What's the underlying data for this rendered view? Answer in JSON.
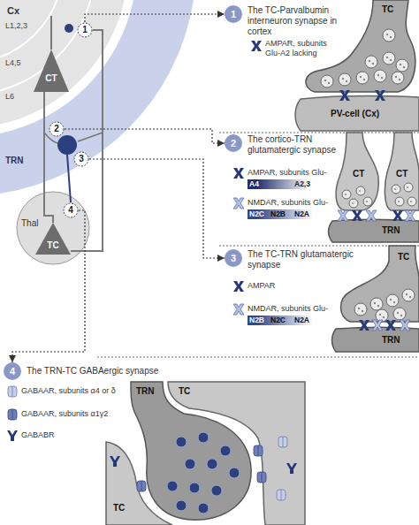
{
  "diagram": {
    "nodes": [
      {
        "text": [
          "Cx"
        ]
      },
      {
        "text": [
          "CT"
        ],
        "in": 0
      },
      {
        "text": [
          "1"
        ],
        "in": 0
      },
      {
        "text": [
          "TRN"
        ]
      },
      {
        "text": [
          "2"
        ],
        "in": 3
      },
      {
        "text": [
          "3"
        ],
        "in": 3
      },
      {
        "text": [
          "Thal"
        ]
      },
      {
        "text": [
          "TC"
        ],
        "in": 6
      },
      {
        "text": [
          "4"
        ],
        "in": 6
      },
      {
        "text": [
          "1",
          "The TC-Parvalbumin interneuron synapse in cortex"
        ]
      },
      {
        "text": [
          "TC"
        ]
      },
      {
        "text": [
          "PV-cell (Cx)"
        ]
      },
      {
        "text": [
          "2",
          "The cortico-TRN glutamatergic synapse"
        ]
      },
      {
        "text": [
          "CT"
        ]
      },
      {
        "text": [
          "CT"
        ]
      },
      {
        "text": [
          "TRN"
        ]
      },
      {
        "text": [
          "3",
          "The TC-TRN glutamatergic synapse"
        ]
      },
      {
        "text": [
          "TC"
        ]
      },
      {
        "text": [
          "TRN"
        ]
      },
      {
        "text": [
          "4",
          "The TRN-TC GABAergic synapse"
        ]
      },
      {
        "text": [
          "TRN"
        ]
      },
      {
        "text": [
          "TC"
        ]
      },
      {
        "text": [
          "TC"
        ]
      }
    ],
    "edges": [
      {
        "from": 1,
        "to": 7,
        "arrow": "none"
      },
      {
        "from": 7,
        "to": 2,
        "arrow": "none"
      },
      {
        "from": 2,
        "to": 9,
        "arrow": "to"
      },
      {
        "from": 4,
        "to": 12,
        "arrow": "to"
      },
      {
        "from": 5,
        "to": 16,
        "arrow": "to"
      },
      {
        "from": 8,
        "to": 19,
        "arrow": "to"
      }
    ],
    "labels": [
      "L1,2,3",
      "L4,5",
      "L6",
      "A4",
      "A2,3",
      "N2C",
      "N2B",
      "N2A",
      "N2B",
      "N2C",
      "N2A"
    ],
    "legend": [
      {
        "text": "AMPAR, subunits Glu-A2 lacking"
      },
      {
        "text": "AMPAR, subunits Glu-"
      },
      {
        "text": "NMDAR, subunits Glu-"
      },
      {
        "text": "AMPAR"
      },
      {
        "text": "NMDAR, subunits Glu-"
      },
      {
        "text": "GABAAR, subunits α4 or δ"
      },
      {
        "text": "GABAAR, subunits α1γ2"
      },
      {
        "text": "GABABR"
      }
    ]
  }
}
